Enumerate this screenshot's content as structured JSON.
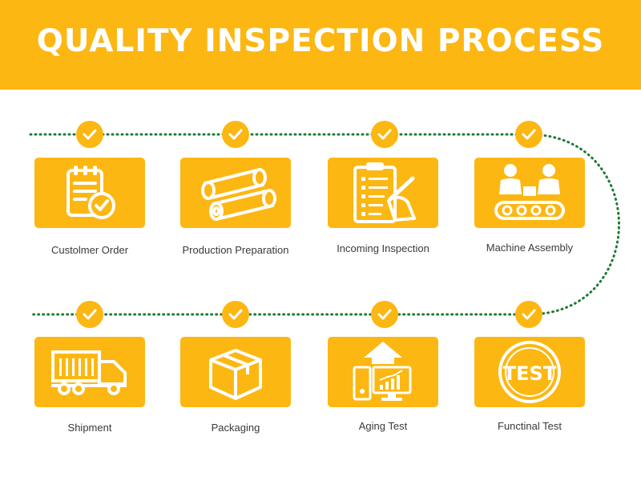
{
  "title": "QUALITY INSPECTION PROCESS",
  "accent_color": "#FCB712",
  "steps": [
    {
      "label": "Custolmer Order",
      "icon": "clipboard-check-icon"
    },
    {
      "label": "Production Preparation",
      "icon": "pipes-icon"
    },
    {
      "label": "Incoming Inspection",
      "icon": "checklist-writing-icon"
    },
    {
      "label": "Machine Assembly",
      "icon": "assembly-line-workers-icon"
    },
    {
      "label": "Functinal Test",
      "icon": "test-stamp-icon"
    },
    {
      "label": "Aging Test",
      "icon": "computer-chart-icon"
    },
    {
      "label": "Packaging",
      "icon": "box-icon"
    },
    {
      "label": "Shipment",
      "icon": "truck-icon"
    }
  ]
}
